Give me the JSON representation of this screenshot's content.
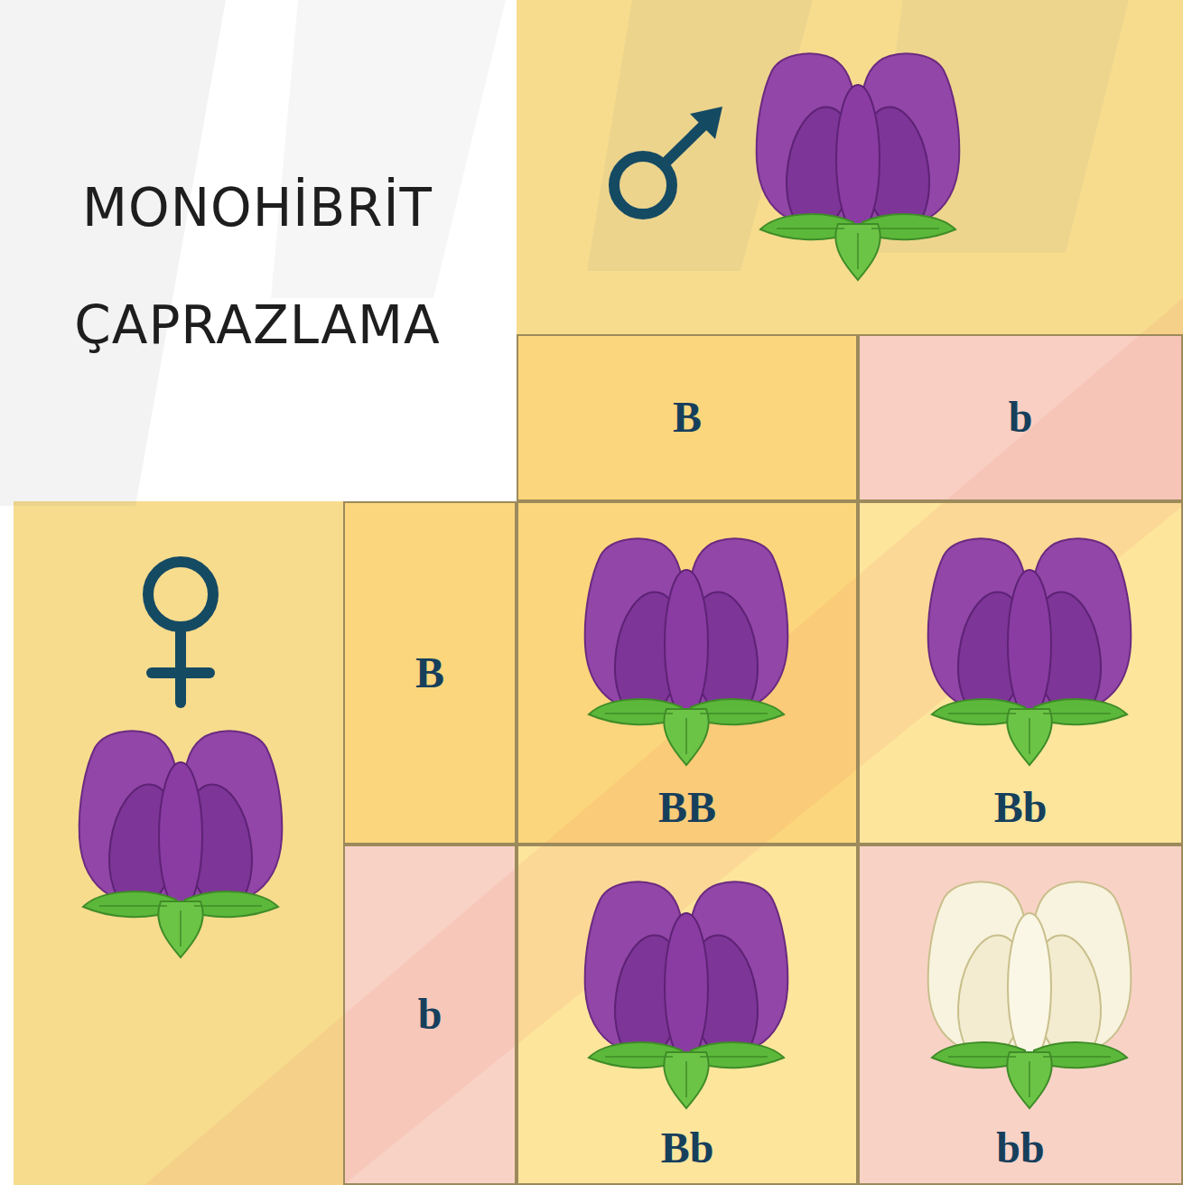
{
  "diagram": {
    "title": "MONOHİBRİT ÇAPRAZLAMA",
    "nodes": [
      {
        "text": [
          "B"
        ]
      },
      {
        "text": [
          "b"
        ]
      },
      {
        "text": [
          "B"
        ]
      },
      {
        "text": [
          "BB"
        ]
      },
      {
        "text": [
          "Bb"
        ]
      },
      {
        "text": [
          "b"
        ]
      },
      {
        "text": [
          "Bb"
        ]
      },
      {
        "text": [
          "bb"
        ]
      }
    ]
  }
}
